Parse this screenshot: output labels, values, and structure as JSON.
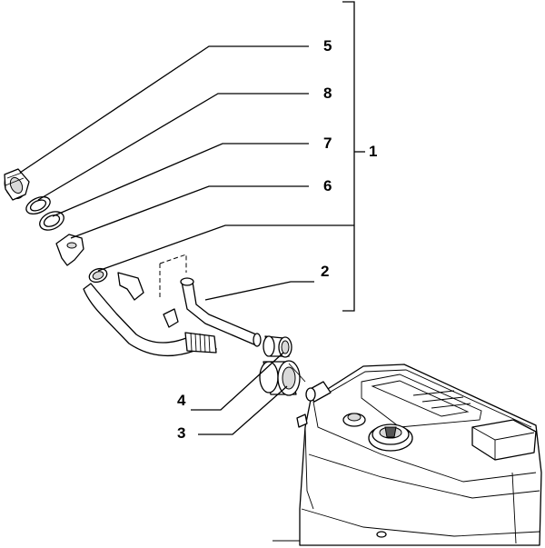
{
  "callouts": [
    {
      "id": "5",
      "label": "5"
    },
    {
      "id": "8",
      "label": "8"
    },
    {
      "id": "7",
      "label": "7"
    },
    {
      "id": "6",
      "label": "6"
    },
    {
      "id": "1",
      "label": "1"
    },
    {
      "id": "2",
      "label": "2"
    },
    {
      "id": "4",
      "label": "4"
    },
    {
      "id": "3",
      "label": "3"
    }
  ]
}
